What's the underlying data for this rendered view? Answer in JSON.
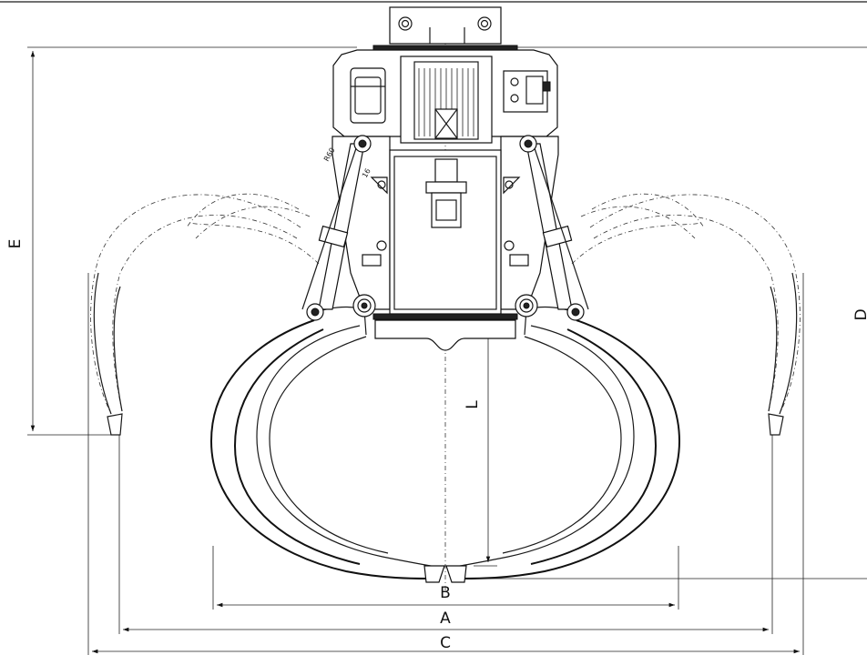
{
  "dimensions": {
    "A": "A",
    "B": "B",
    "C": "C",
    "D": "D",
    "E": "E",
    "L": "L"
  },
  "annotations": {
    "note1": "R60",
    "note2": "16"
  }
}
